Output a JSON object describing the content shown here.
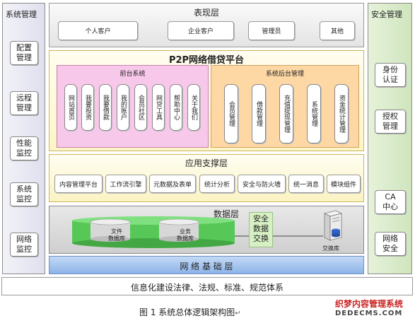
{
  "left_panel": {
    "title": "系统管理",
    "items": [
      {
        "line1": "配置",
        "line2": "管理"
      },
      {
        "line1": "远程",
        "line2": "管理"
      },
      {
        "line1": "性能",
        "line2": "监控"
      },
      {
        "line1": "系统",
        "line2": "监控"
      },
      {
        "line1": "网络",
        "line2": "监控"
      }
    ]
  },
  "right_panel": {
    "title": "安全管理",
    "items": [
      {
        "line1": "身份",
        "line2": "认证"
      },
      {
        "line1": "授权",
        "line2": "管理"
      },
      {
        "line1": "CA",
        "line2": "中心"
      },
      {
        "line1": "网络",
        "line2": "安全"
      }
    ]
  },
  "presentation_layer": {
    "title": "表现层",
    "items": [
      "个人客户",
      "企业客户",
      "管理员",
      "其他"
    ]
  },
  "platform": {
    "title": "P2P网络借贷平台",
    "front": {
      "title": "前台系统",
      "items": [
        "网站首页",
        "我要投资",
        "我要借款",
        "我的账户",
        "会员社区",
        "网贷工具",
        "帮助中心",
        "关于我们"
      ]
    },
    "back": {
      "title": "系统后台管理",
      "items": [
        "会员管理",
        "借款管理",
        "充值提现管理",
        "系统管理",
        "资金统计管理"
      ]
    }
  },
  "support_layer": {
    "title": "应用支撑层",
    "items": [
      "内容管理平台",
      "工作流引擎",
      "元数据及表单",
      "统计分析",
      "安全与防火墙",
      "统一消息",
      "模块组件"
    ]
  },
  "data_layer": {
    "title": "数据层",
    "db1": {
      "line1": "文件",
      "line2": "数据库"
    },
    "db2": {
      "line1": "业务",
      "line2": "数据库"
    },
    "exchange": {
      "line1": "安全",
      "line2": "数据",
      "line3": "交换"
    },
    "exchange_db": "交换库"
  },
  "base_layer": {
    "title": "网 络 基 础 层"
  },
  "law_bar": {
    "text": "信息化建设法律、法规、标准、规范体系"
  },
  "caption": "图 1  系统总体逻辑架构图",
  "watermark": {
    "line1": "织梦内容管理系统",
    "line2": "DEDECMS.COM"
  },
  "colors": {
    "pink_box": "#f8c8ea",
    "orange_box": "#fdd7a4",
    "yellow_box": "#fdf5c6",
    "network_base": "#a8c6f0",
    "db_green": "#5fd35f",
    "side_green": "#d8ebc8",
    "side_lavender": "#e4e5f1"
  }
}
